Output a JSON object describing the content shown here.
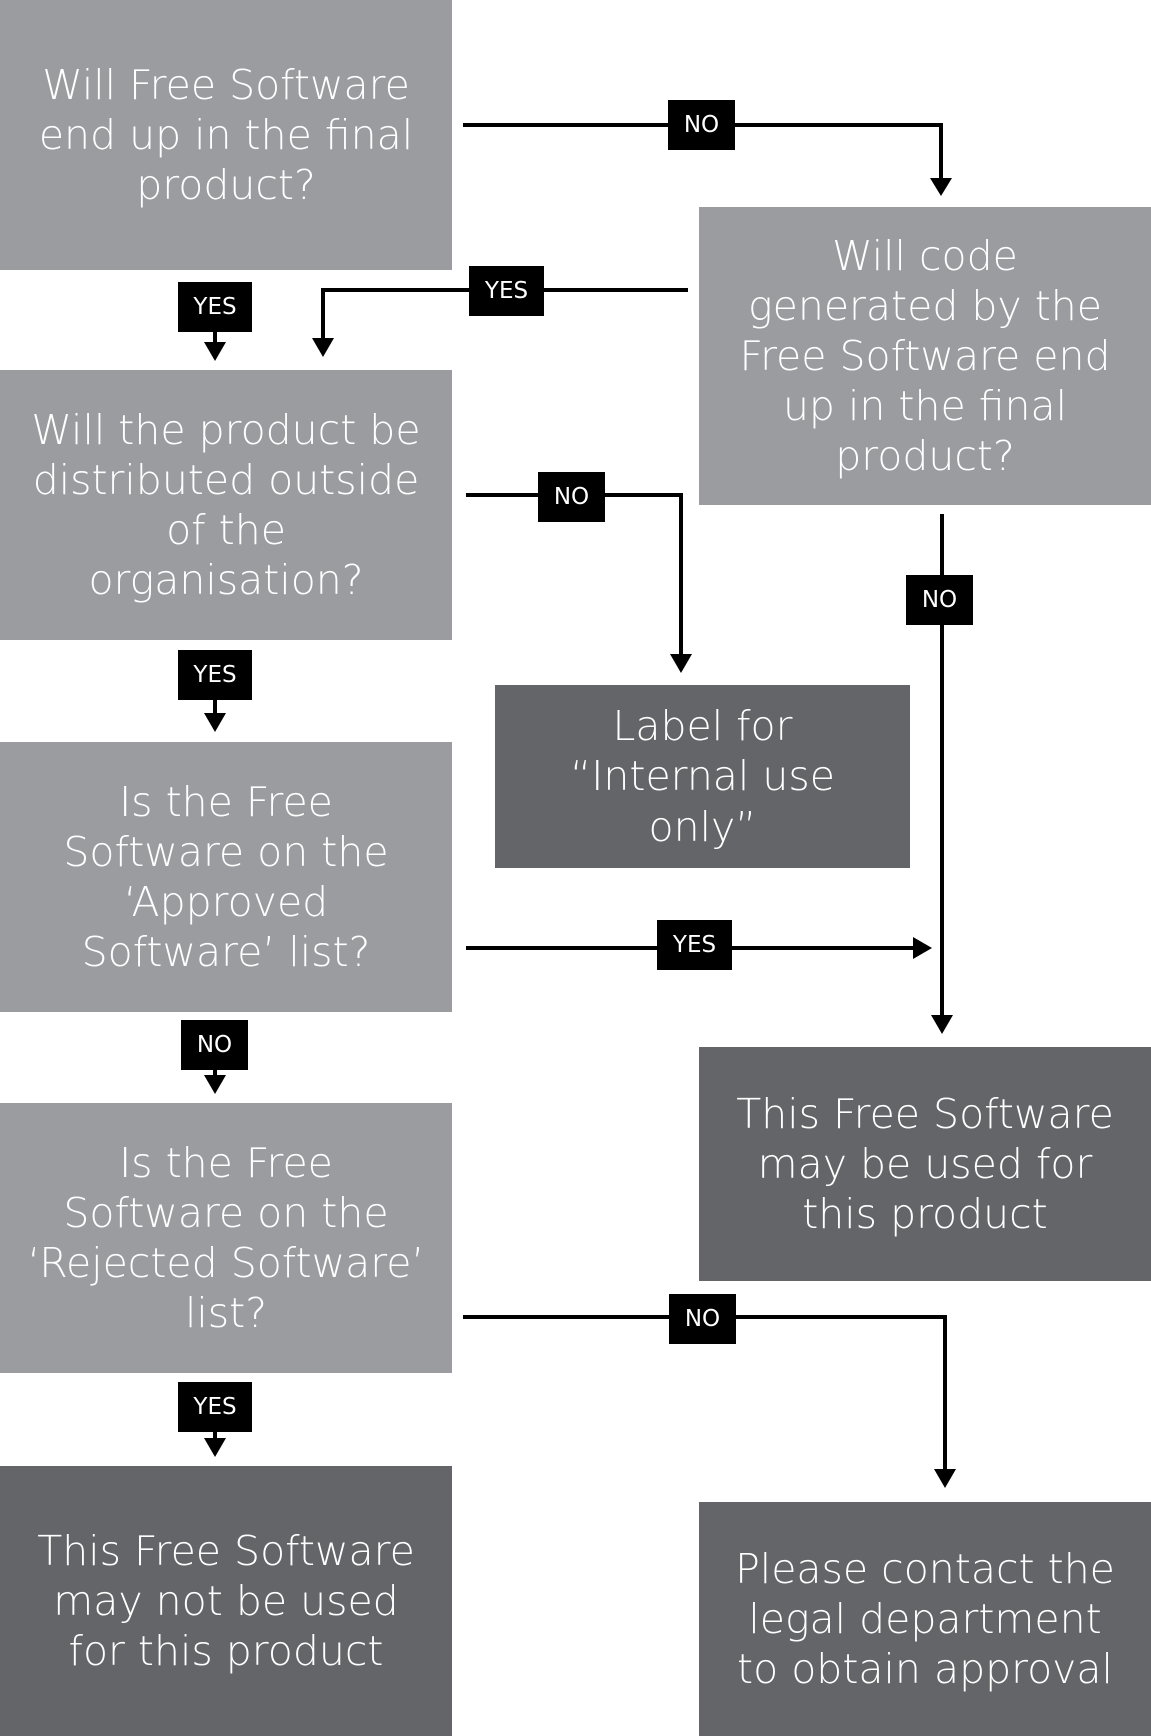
{
  "nodes": {
    "q1": "Will Free Software end up in the final product?",
    "q2": "Will code generated by the Free Software end up in the final product?",
    "q3": "Will the product be distributed outside of the organisation?",
    "q4": "Is the Free Software on the ‘Approved Software’ list?",
    "q5": "Is the Free Software on the ‘Rejected Software’ list?",
    "r_internal": "Label for “Internal use only”",
    "r_may": "This Free Software may be used for this product",
    "r_maynot": "This Free Software may not be used for this product",
    "r_contact": "Please contact the legal department to obtain approval"
  },
  "labels": {
    "q1_no": "NO",
    "q1_yes": "YES",
    "q2_yes": "YES",
    "q2_no": "NO",
    "q3_no": "NO",
    "q3_yes": "YES",
    "q4_yes": "YES",
    "q4_no": "NO",
    "q5_yes": "YES",
    "q5_no": "NO"
  },
  "colors": {
    "question_fill": "#9b9ca0",
    "result_fill": "#646568",
    "label_fill": "#000000",
    "text": "#ffffff"
  }
}
